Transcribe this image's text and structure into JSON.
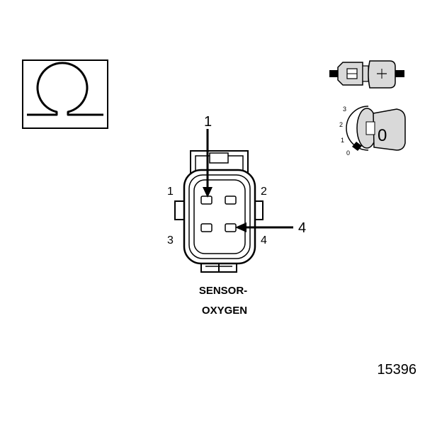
{
  "icons": {
    "ohm": "ohm-symbol-icon",
    "connector_disconnect": "connector-disconnect-icon",
    "ignition_key": "ignition-key-icon"
  },
  "ignition": {
    "positions": [
      "3",
      "2",
      "1",
      "0"
    ],
    "key_label": "0"
  },
  "connector": {
    "pin_labels": {
      "p1": "1",
      "p2": "2",
      "p3": "3",
      "p4": "4"
    },
    "callouts": {
      "c1": "1",
      "c4": "4"
    },
    "caption_line1": "SENSOR-",
    "caption_line2": "OXYGEN"
  },
  "figure_id": "15396",
  "colors": {
    "ink": "#000000",
    "key_fill": "#d9d9d9",
    "background": "#ffffff"
  }
}
